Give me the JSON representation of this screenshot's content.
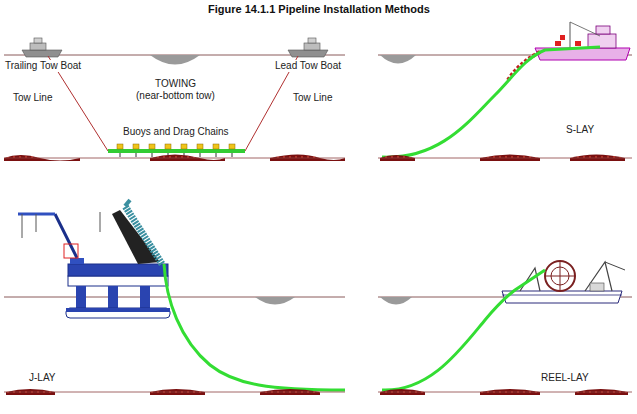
{
  "diagram": {
    "title": "Figure 14.1.1 Pipeline Installation Methods",
    "labels": [
      "Trailing Tow Boat",
      "Lead Tow Boat",
      "TOWING",
      "(near-bottom tow)",
      "Tow Line",
      "Tow Line",
      "Buoys and Drag Chains",
      "S-LAY",
      "J-LAY",
      "REEL-LAY"
    ]
  }
}
